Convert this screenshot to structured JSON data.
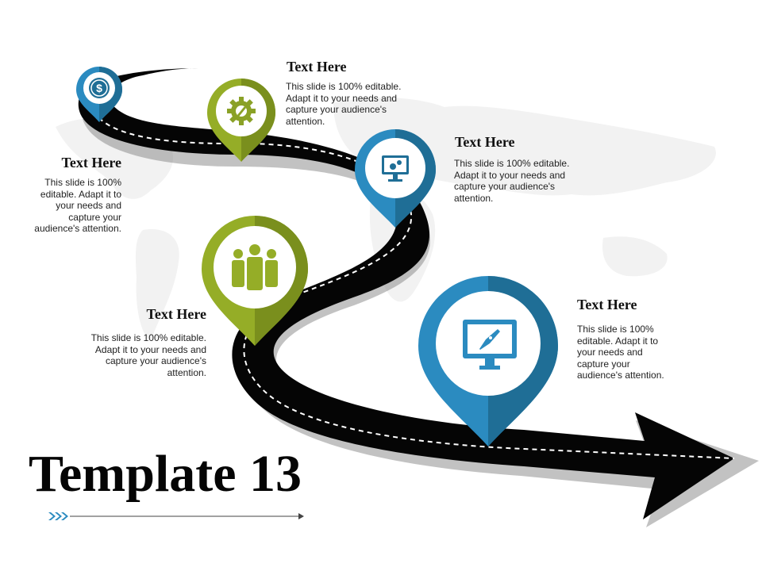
{
  "slide": {
    "title": "Template 13",
    "colors": {
      "road": "#000000",
      "lane_dash": "#ffffff",
      "blue_dark": "#1f6e96",
      "blue_light": "#2b8bc0",
      "green_dark": "#7a8f1d",
      "green_light": "#95ad27",
      "map_gray": "#f2f2f2"
    },
    "milestones": [
      {
        "icon": "dollar-coin-icon",
        "color": "blue",
        "heading": "Text Here",
        "lines": [
          "This slide is 100%",
          "editable. Adapt it to",
          "your needs and",
          "capture your",
          "audience's attention."
        ]
      },
      {
        "icon": "gear-rocket-icon",
        "color": "green",
        "heading": "Text Here",
        "lines": [
          "This slide is 100% editable.",
          "Adapt it to your needs and",
          "capture your audience's",
          "attention."
        ]
      },
      {
        "icon": "monitor-gears-icon",
        "color": "blue",
        "heading": "Text Here",
        "lines": [
          "This slide is 100% editable.",
          "Adapt it to your needs and",
          "capture your audience's",
          "attention."
        ]
      },
      {
        "icon": "team-people-icon",
        "color": "green",
        "heading": "Text Here",
        "lines": [
          "This slide is 100% editable.",
          "Adapt it to your needs and",
          "capture your audience's",
          "attention."
        ]
      },
      {
        "icon": "monitor-rocket-icon",
        "color": "blue",
        "heading": "Text Here",
        "lines": [
          "This slide is 100%",
          "editable. Adapt it to",
          "your needs and",
          "capture your",
          "audience's attention."
        ]
      }
    ]
  }
}
